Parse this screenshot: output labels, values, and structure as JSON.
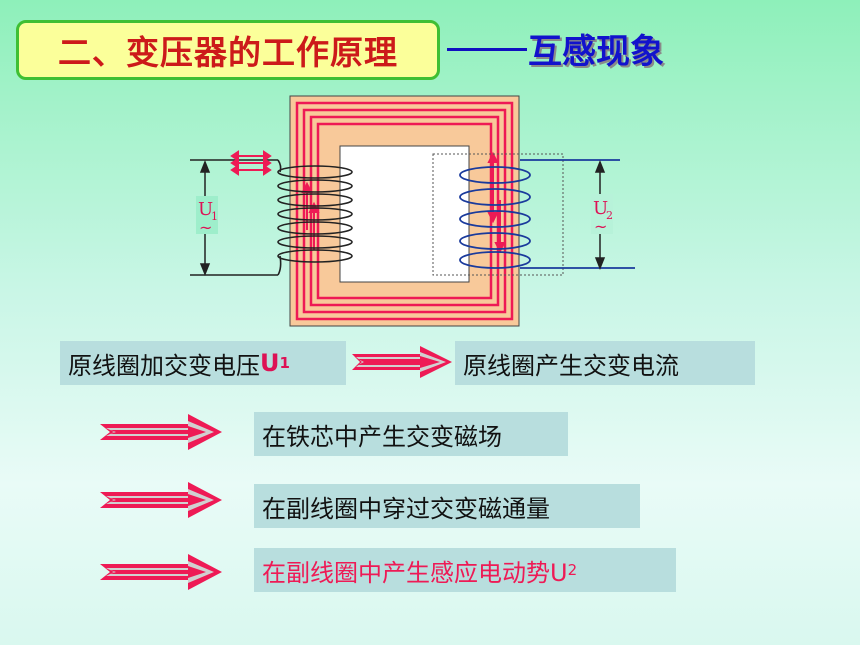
{
  "title": {
    "text": "二、变压器的工作原理"
  },
  "subtitle": {
    "text": "互感现象"
  },
  "diagram": {
    "u1_label": "U",
    "u1_sub": "1",
    "u2_label": "U",
    "u2_sub": "2",
    "tilde": "~"
  },
  "steps": {
    "s1_text": "原线圈加交变电压",
    "s1_u": "U",
    "s1_sub": "1",
    "s2_text": "原线圈产生交变电流",
    "s3_text": "在铁芯中产生交变磁场",
    "s4_text": "在副线圈中穿过交变磁通量",
    "s5_text": "在副线圈中产生感应电动势U",
    "s5_sub": "2"
  },
  "colors": {
    "title_border": "#3fbf33",
    "title_bg": "#fbff9a",
    "title_text": "#cc1a1a",
    "flux": "#ee1a55",
    "core": "#f8c99a"
  }
}
